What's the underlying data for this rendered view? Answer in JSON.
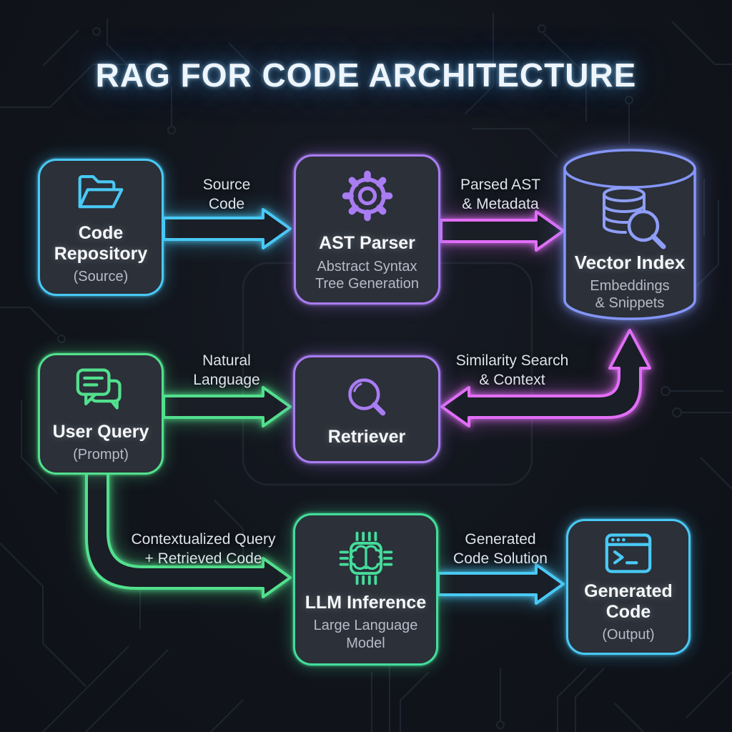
{
  "title": "RAG FOR CODE ARCHITECTURE",
  "nodes": {
    "code_repository": {
      "title": "Code Repository",
      "subtitle": "(Source)",
      "icon": "folder-icon",
      "accent": "#49c9f5"
    },
    "ast_parser": {
      "title": "AST Parser",
      "subtitle": "Abstract Syntax Tree Generation",
      "icon": "gear-icon",
      "accent": "#a97cf2"
    },
    "vector_index": {
      "title": "Vector Index",
      "subtitle": "Embeddings & Snippets",
      "icon": "database-search-icon",
      "accent": "#8495f6"
    },
    "user_query": {
      "title": "User Query",
      "subtitle": "(Prompt)",
      "icon": "chat-bubbles-icon",
      "accent": "#52e08d"
    },
    "retriever": {
      "title": "Retriever",
      "icon": "magnifier-icon",
      "accent": "#a97cf2"
    },
    "llm_inference": {
      "title": "LLM Inference",
      "subtitle": "Large Language Model",
      "icon": "chip-brain-icon",
      "accent": "#44dd9b"
    },
    "generated_code": {
      "title": "Generated Code",
      "subtitle": "(Output)",
      "icon": "terminal-icon",
      "accent": "#49c9f5"
    }
  },
  "edges": {
    "source_code": {
      "label": "Source Code",
      "color": "#49c9f5",
      "from": "code_repository",
      "to": "ast_parser"
    },
    "parsed_ast": {
      "label": "Parsed AST & Metadata",
      "color": "#e26ef7",
      "from": "ast_parser",
      "to": "vector_index"
    },
    "natural_language": {
      "label": "Natural Language",
      "color": "#52e08d",
      "from": "user_query",
      "to": "retriever"
    },
    "similarity_search": {
      "label": "Similarity Search & Context",
      "color": "#e26ef7",
      "from": "retriever",
      "to": "vector_index"
    },
    "contextualized_query": {
      "label": "Contextualized Query + Retrieved Code",
      "color": "#52e08d",
      "from": "user_query",
      "to": "llm_inference"
    },
    "generated_solution": {
      "label": "Generated Code Solution",
      "color": "#49c9f5",
      "from": "llm_inference",
      "to": "generated_code"
    }
  },
  "colors": {
    "background": "#11141b",
    "node_fill": "#2b3039",
    "cyan": "#49c9f5",
    "purple": "#a97cf2",
    "periwinkle": "#8495f6",
    "green": "#52e08d",
    "teal_green": "#44dd9b",
    "magenta": "#e26ef7",
    "title_text": "#eef5fc",
    "subtitle_text": "#b5bcc7",
    "edge_label_text": "#dde3ec"
  }
}
